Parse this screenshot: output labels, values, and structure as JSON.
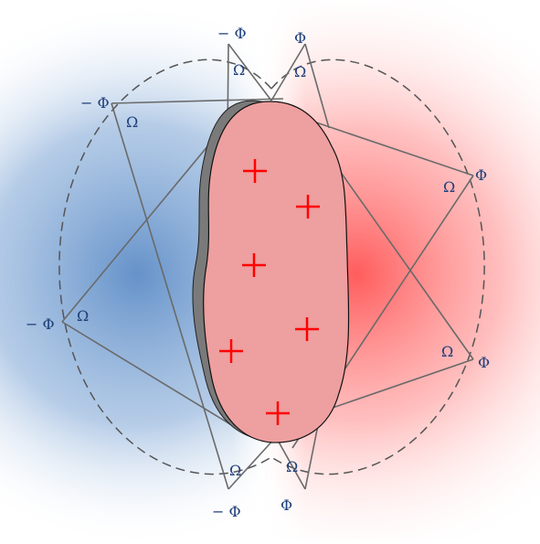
{
  "colors": {
    "negative_field": "#4a7fc0",
    "positive_field": "#ff4a4a",
    "body_fill": "#ee9f9f",
    "body_shadow": "#7a7a7a",
    "plus_sign": "#ff0000",
    "label": "#1f3f7a",
    "lines": "#6a6a6a",
    "dashed": "#555555"
  },
  "labels": {
    "neg_phi": "− Φ",
    "phi": "Φ",
    "omega": "Ω"
  },
  "plus_signs": 6
}
